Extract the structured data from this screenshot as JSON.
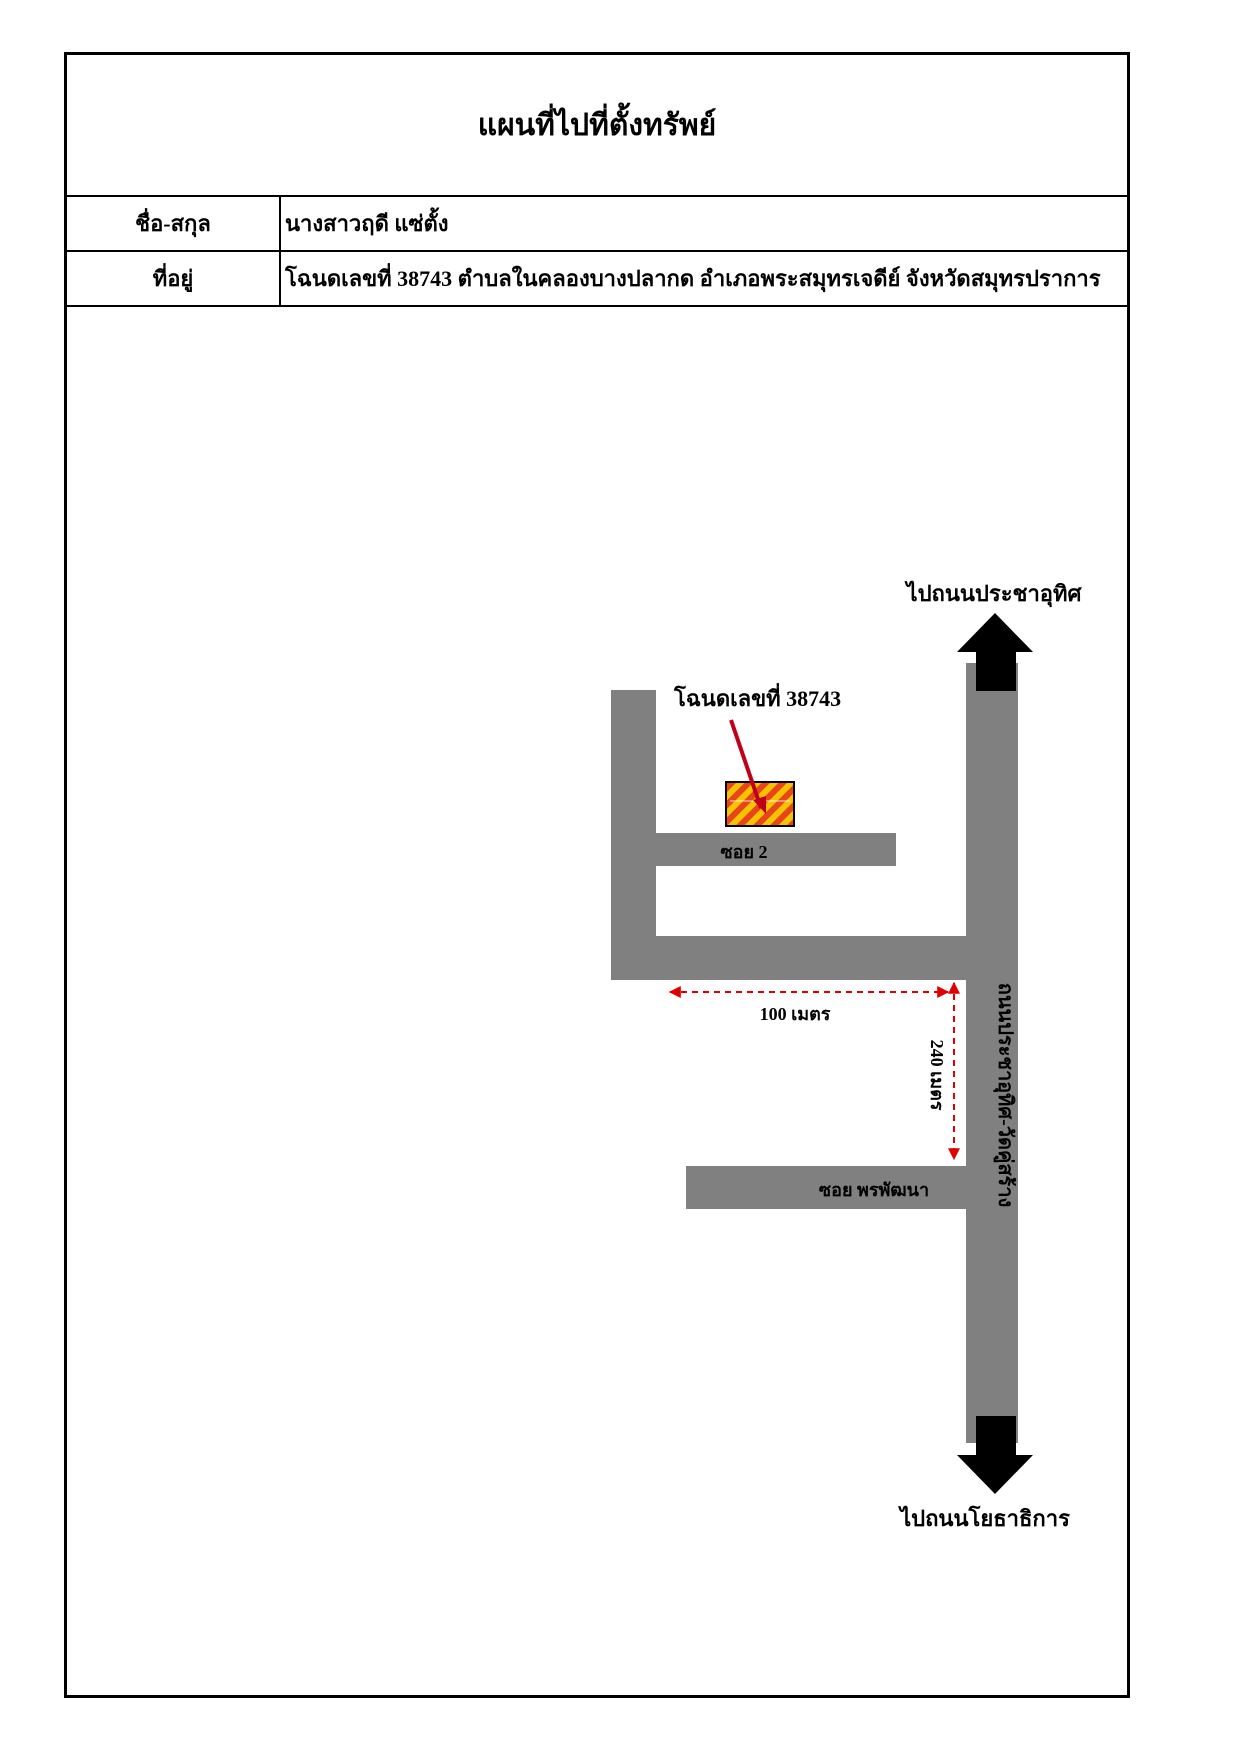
{
  "title": "แผนที่ไปที่ตั้งทรัพย์",
  "info": {
    "name_label": "ชื่อ-สกุล",
    "name_value": "นางสาวฤดี แซ่ตั้ง",
    "address_label": "ที่อยู่",
    "address_value": "โฉนดเลขที่ 38743 ตำบลในคลองบางปลากด อำเภอพระสมุทรเจดีย์ จังหวัดสมุทรปราการ"
  },
  "map": {
    "plot_label": "โฉนดเลขที่ 38743",
    "soi2_label": "ซอย 2",
    "soi_pornpatana_label": "ซอย พรพัฒนา",
    "main_road_label": "ถนนประชาอุทิศ-วัดคู่สร้าง",
    "dist_horizontal": "100 เมตร",
    "dist_vertical": "240 เมตร",
    "north_dest": "ไปถนนประชาอุทิศ",
    "south_dest": "ไปถนนโยธาธิการ",
    "colors": {
      "road": "#808080",
      "plot_fill": "#f5c400",
      "plot_stripe": "#e8451c",
      "pointer": "#c0001a",
      "dimension": "#e00000"
    }
  }
}
